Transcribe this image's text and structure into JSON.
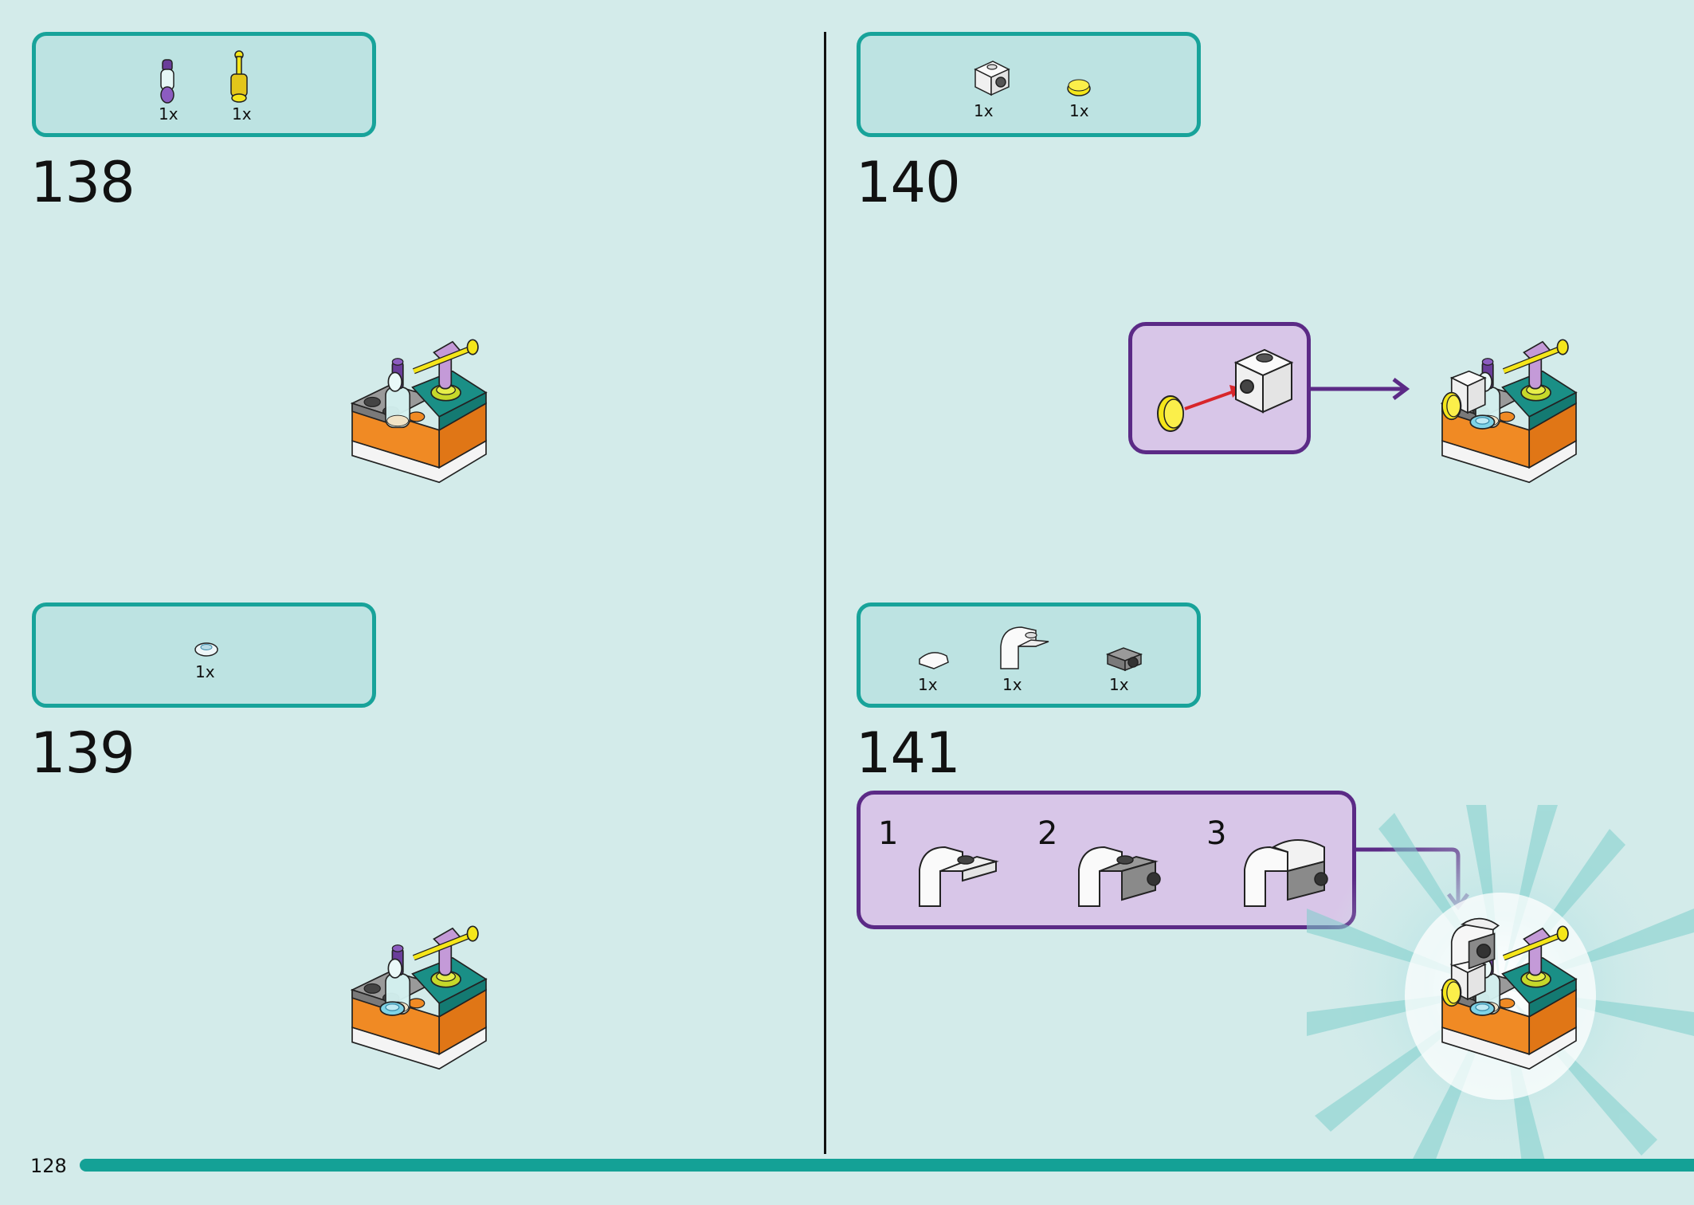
{
  "page": {
    "number": "128"
  },
  "steps": [
    {
      "number": "138",
      "parts": [
        {
          "qty": "1x",
          "icon": "purple-flask-icon"
        },
        {
          "qty": "1x",
          "icon": "yellow-lever-icon"
        }
      ]
    },
    {
      "number": "139",
      "parts": [
        {
          "qty": "1x",
          "icon": "transparent-round-tile-icon"
        }
      ]
    },
    {
      "number": "140",
      "parts": [
        {
          "qty": "1x",
          "icon": "white-brick-with-stud-icon"
        },
        {
          "qty": "1x",
          "icon": "yellow-round-tile-icon"
        }
      ]
    },
    {
      "number": "141",
      "parts": [
        {
          "qty": "1x",
          "icon": "white-slope-tile-icon"
        },
        {
          "qty": "1x",
          "icon": "white-curved-slope-icon"
        },
        {
          "qty": "1x",
          "icon": "grey-bracket-icon"
        }
      ]
    }
  ],
  "substeps": [
    "1",
    "2",
    "3"
  ],
  "colors": {
    "background": "#d3ebea",
    "parts_box_border": "#18a39a",
    "parts_box_fill": "#bde3e2",
    "callout_border": "#5b2a86",
    "callout_fill": "#d8c6e8",
    "orange": "#f08a24",
    "teal": "#1a8f86",
    "yellow": "#f5e61a",
    "lavender": "#c49ad8",
    "purple": "#6a3d9a",
    "grey": "#8a8a8a",
    "red_arrow": "#d8262b"
  }
}
